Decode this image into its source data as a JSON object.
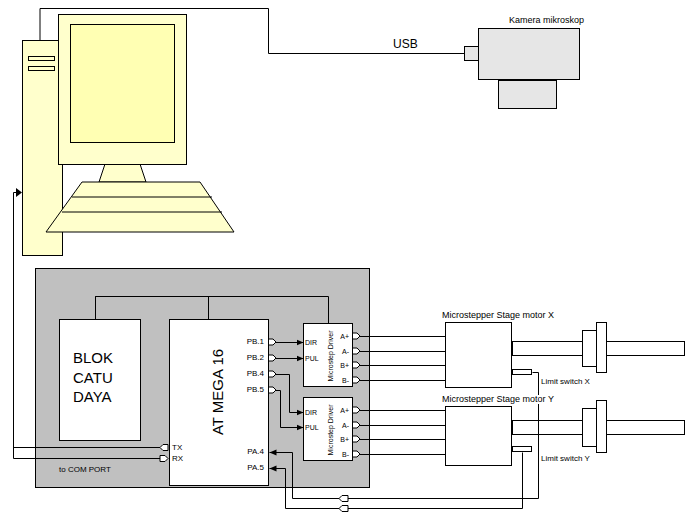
{
  "diagram": {
    "nodes": [
      {
        "text": [
          "Kamera mikroskop"
        ]
      },
      {
        "text": [
          "to COM PORT"
        ]
      },
      {
        "text": [
          "BLOK CATU DAYA"
        ],
        "in": 1
      },
      {
        "text": [
          "AT MEGA 16"
        ],
        "in": 1
      },
      {
        "text": [
          "Microstep Driver"
        ],
        "in": 1
      },
      {
        "text": [
          "Microstep Driver"
        ],
        "in": 1
      },
      {
        "text": [
          "Microstepper Stage motor X"
        ]
      },
      {
        "text": [
          "Limit switch X"
        ]
      },
      {
        "text": [
          "Microstepper Stage motor Y"
        ]
      },
      {
        "text": [
          "Limit switch Y"
        ]
      }
    ],
    "edges": [
      {
        "from": 2,
        "to": 3,
        "arrow": "none"
      },
      {
        "from": 2,
        "to": 4,
        "arrow": "none"
      },
      {
        "from": 3,
        "to": 4,
        "arrow": "to"
      },
      {
        "from": 3,
        "to": 4,
        "arrow": "to"
      },
      {
        "from": 3,
        "to": 5,
        "arrow": "to"
      },
      {
        "from": 3,
        "to": 5,
        "arrow": "to"
      },
      {
        "from": 4,
        "to": 6,
        "arrow": "none"
      },
      {
        "from": 4,
        "to": 6,
        "arrow": "none"
      },
      {
        "from": 4,
        "to": 6,
        "arrow": "none"
      },
      {
        "from": 4,
        "to": 6,
        "arrow": "none"
      },
      {
        "from": 5,
        "to": 8,
        "arrow": "none"
      },
      {
        "from": 5,
        "to": 8,
        "arrow": "none"
      },
      {
        "from": 5,
        "to": 8,
        "arrow": "none"
      },
      {
        "from": 5,
        "to": 8,
        "arrow": "none"
      },
      {
        "from": 7,
        "to": 3,
        "arrow": "to"
      },
      {
        "from": 9,
        "to": 3,
        "arrow": "to"
      }
    ],
    "labels": [
      "USB",
      "TX",
      "RX",
      "PB.1",
      "PB.2",
      "PB.4",
      "PB.5",
      "PA.4",
      "PA.5",
      "DIR",
      "PUL",
      "A+",
      "A-",
      "B+",
      "B-",
      "DIR",
      "PUL",
      "A+",
      "A-",
      "B+",
      "B-"
    ]
  }
}
